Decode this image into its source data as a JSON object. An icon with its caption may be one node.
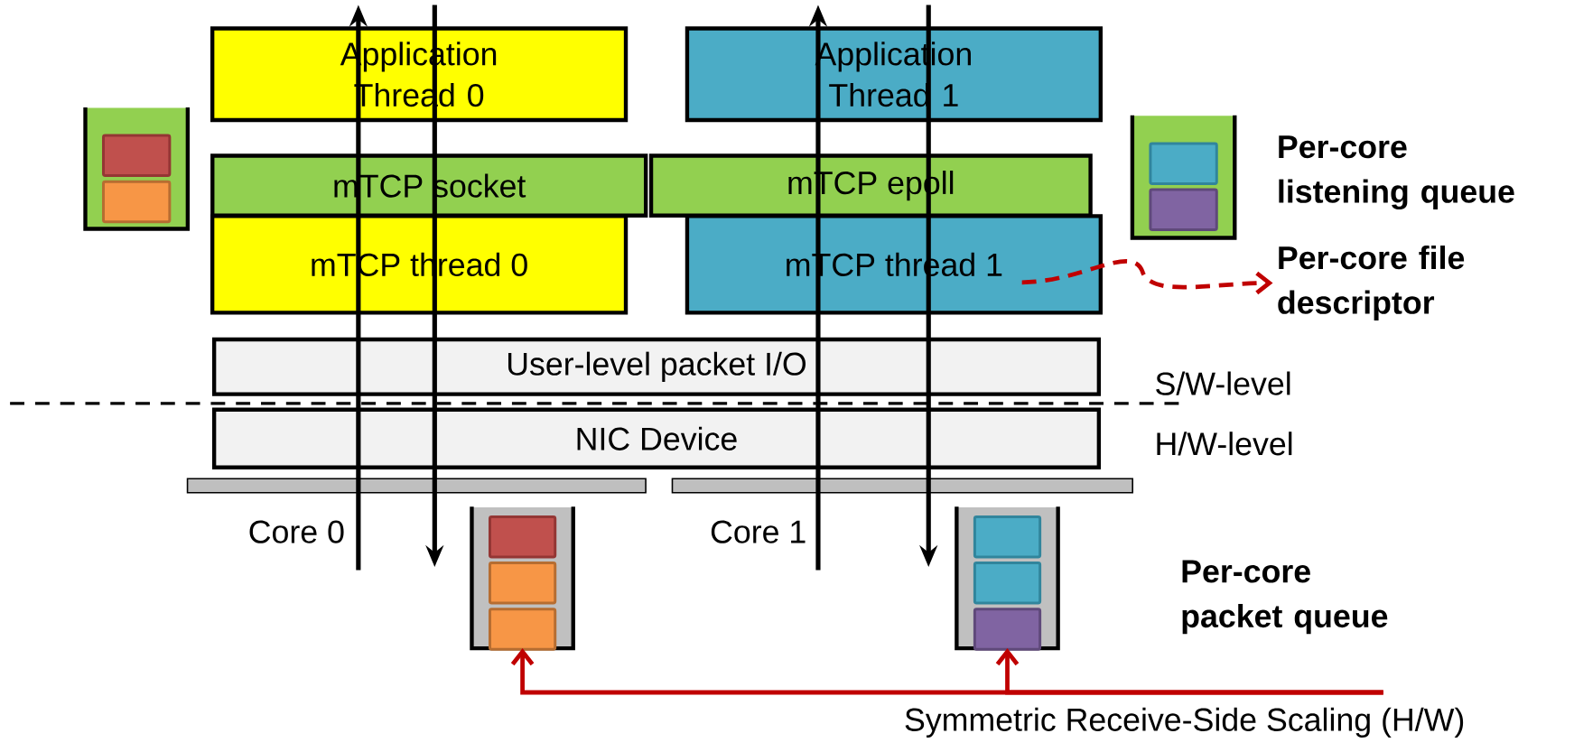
{
  "diagram": {
    "nodes": [
      {
        "text": [
          "Application Thread 0"
        ]
      },
      {
        "text": [
          "Application Thread 1"
        ]
      },
      {
        "text": [
          "mTCP socket"
        ]
      },
      {
        "text": [
          "mTCP epoll"
        ]
      },
      {
        "text": [
          "mTCP thread 0"
        ]
      },
      {
        "text": [
          "mTCP thread 1"
        ]
      },
      {
        "text": [
          "User-level packet I/O"
        ]
      },
      {
        "text": [
          "NIC Device"
        ]
      },
      {
        "text": [],
        "shape": "box"
      },
      {
        "text": [],
        "shape": "box",
        "beside": [
          "Per-core listening queue"
        ]
      },
      {
        "text": [
          "Per-core file descriptor"
        ]
      },
      {
        "text": [],
        "shape": "box"
      },
      {
        "text": [],
        "shape": "box",
        "beside": [
          "Per-core packet queue"
        ]
      },
      {
        "text": [],
        "shape": "bar"
      },
      {
        "text": [],
        "shape": "bar"
      }
    ],
    "edges": [
      {
        "from": 5,
        "to": 10,
        "arrow": "to",
        "style": "dashed",
        "color": "#c00000"
      },
      {
        "from": null,
        "to": 11,
        "arrow": "to",
        "color": "#c00000"
      },
      {
        "from": null,
        "to": 12,
        "arrow": "to",
        "color": "#c00000"
      }
    ],
    "labels": [
      "S/W-level",
      "H/W-level",
      "Core 0",
      "Core 1",
      "Symmetric Receive-Side Scaling (H/W)"
    ]
  }
}
